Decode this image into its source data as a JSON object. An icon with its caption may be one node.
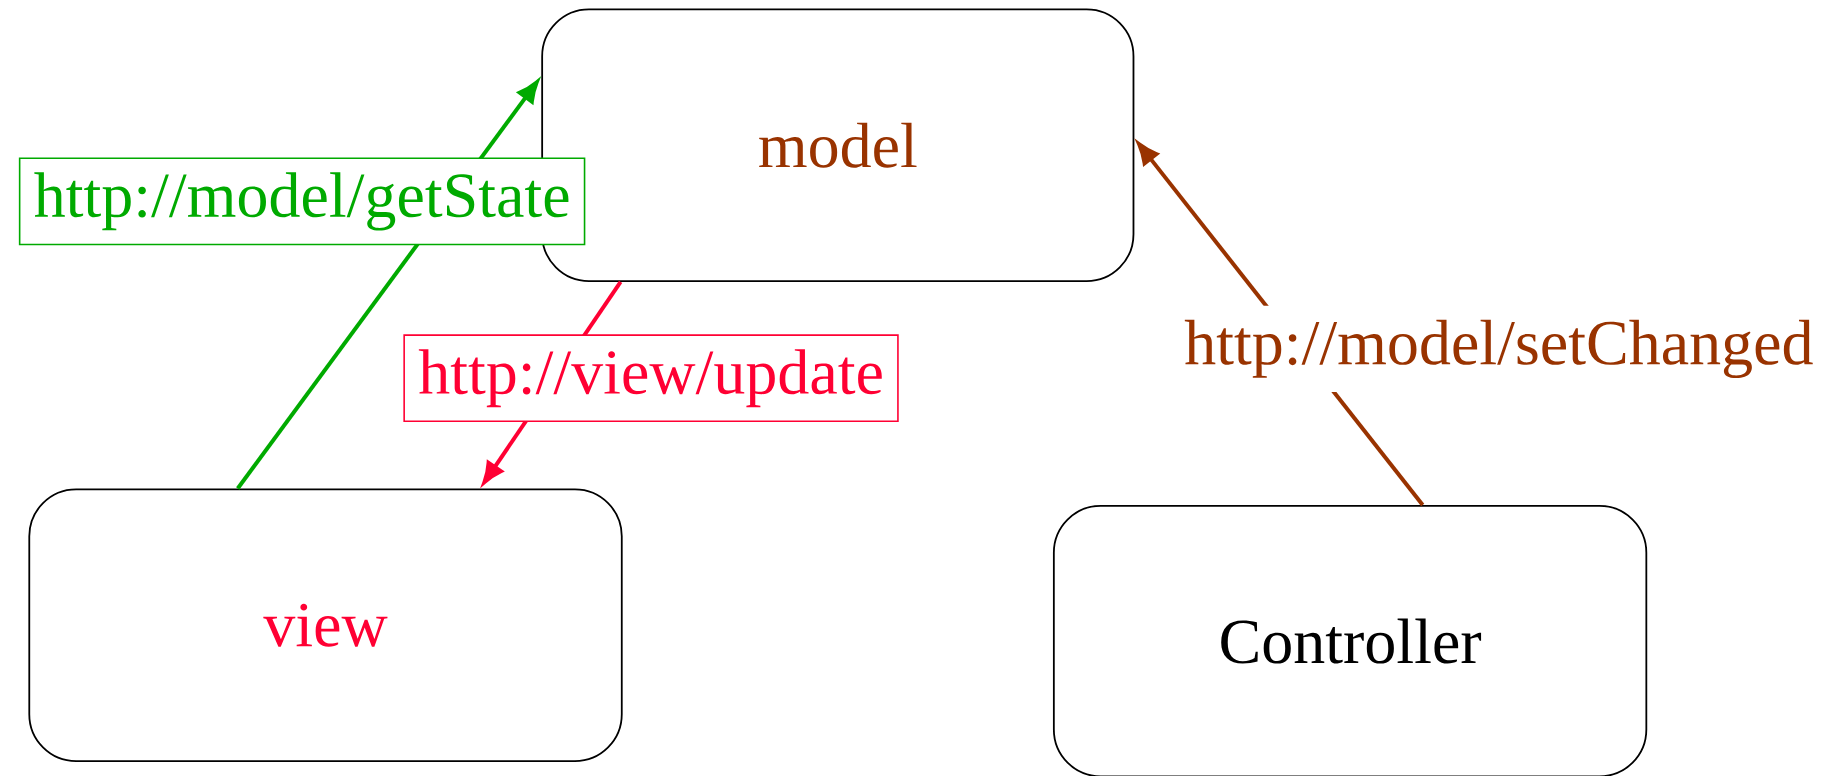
{
  "diagram": {
    "nodes": [
      {
        "text": [
          "model"
        ]
      },
      {
        "text": [
          "view"
        ]
      },
      {
        "text": [
          "Controller"
        ]
      }
    ],
    "edges": [
      {
        "from": 1,
        "to": 0,
        "arrow": "to",
        "label": "http://model/getState",
        "color": "#00aa00"
      },
      {
        "from": 0,
        "to": 1,
        "arrow": "to",
        "label": "http://view/update",
        "color": "#ff0033"
      },
      {
        "from": 2,
        "to": 0,
        "arrow": "to",
        "label": "http://model/setChanged",
        "color": "#993300"
      }
    ]
  }
}
